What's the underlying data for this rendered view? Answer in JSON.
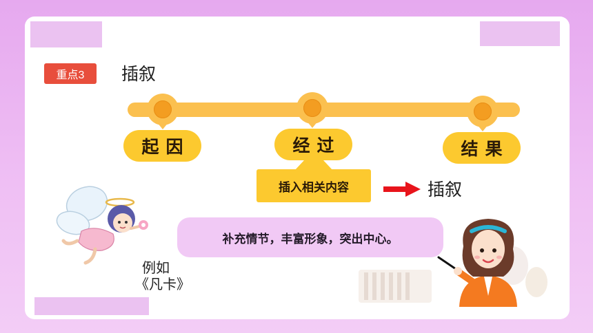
{
  "badge": {
    "label": "重点3"
  },
  "topic": {
    "title": "插叙"
  },
  "timeline": {
    "stages": [
      {
        "label": "起因"
      },
      {
        "label": "经过"
      },
      {
        "label": "结果"
      }
    ]
  },
  "insert": {
    "label": "插入相关内容"
  },
  "result": {
    "label": "插叙"
  },
  "summary": {
    "text": "补充情节，丰富形象，突出中心。"
  },
  "example": {
    "line1": "例如",
    "line2": "《凡卡》"
  },
  "colors": {
    "accent_yellow": "#fcc92f",
    "timeline_yellow": "#fbc04f",
    "pin_orange": "#f39d21",
    "badge_red": "#e84e3c",
    "arrow_red": "#e8141b",
    "summary_pink": "#f1c9f5",
    "background_purple": "#e6a9ef"
  },
  "icons": {
    "fairy": "fairy-illustration",
    "teacher": "teacher-illustration",
    "arrow": "arrow-right-icon",
    "pin": "map-pin-icon"
  }
}
